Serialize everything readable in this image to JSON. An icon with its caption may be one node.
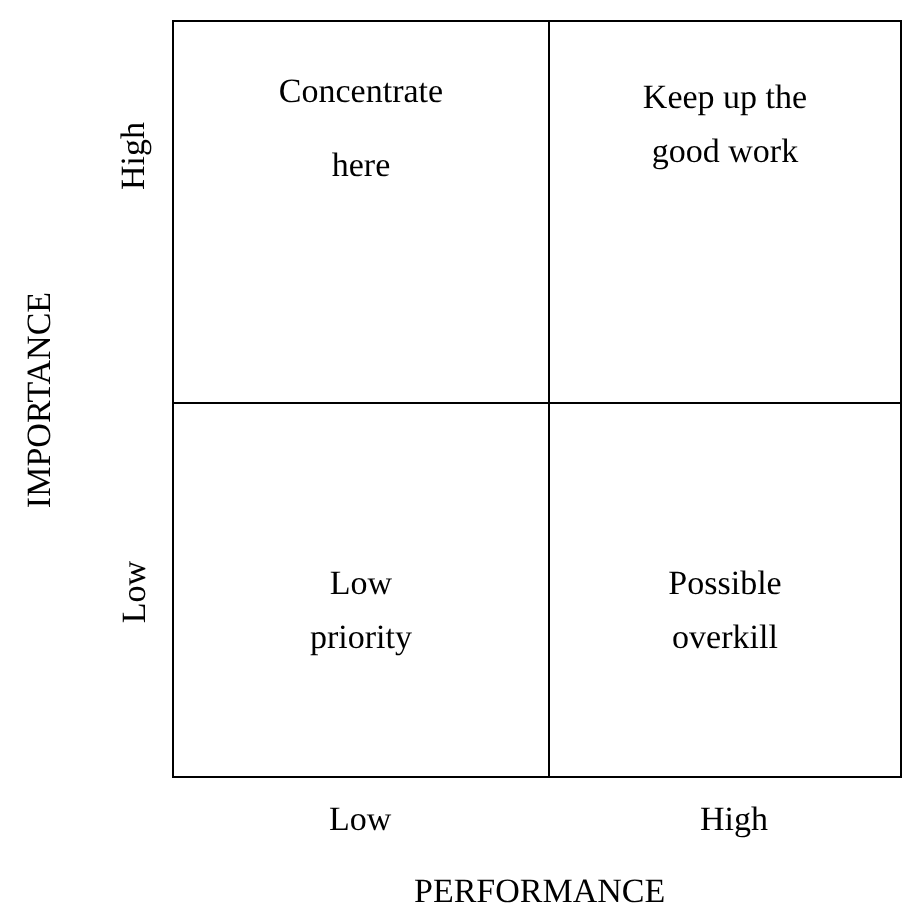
{
  "diagram": {
    "nodes": [
      {
        "text": [
          "Concentrate here"
        ]
      },
      {
        "text": [
          "Keep up the good work"
        ]
      },
      {
        "text": [
          "Low priority"
        ]
      },
      {
        "text": [
          "Possible overkill"
        ]
      }
    ],
    "labels": [
      "High",
      "Low",
      "IMPORTANCE",
      "Low",
      "High",
      "PERFORMANCE"
    ]
  }
}
